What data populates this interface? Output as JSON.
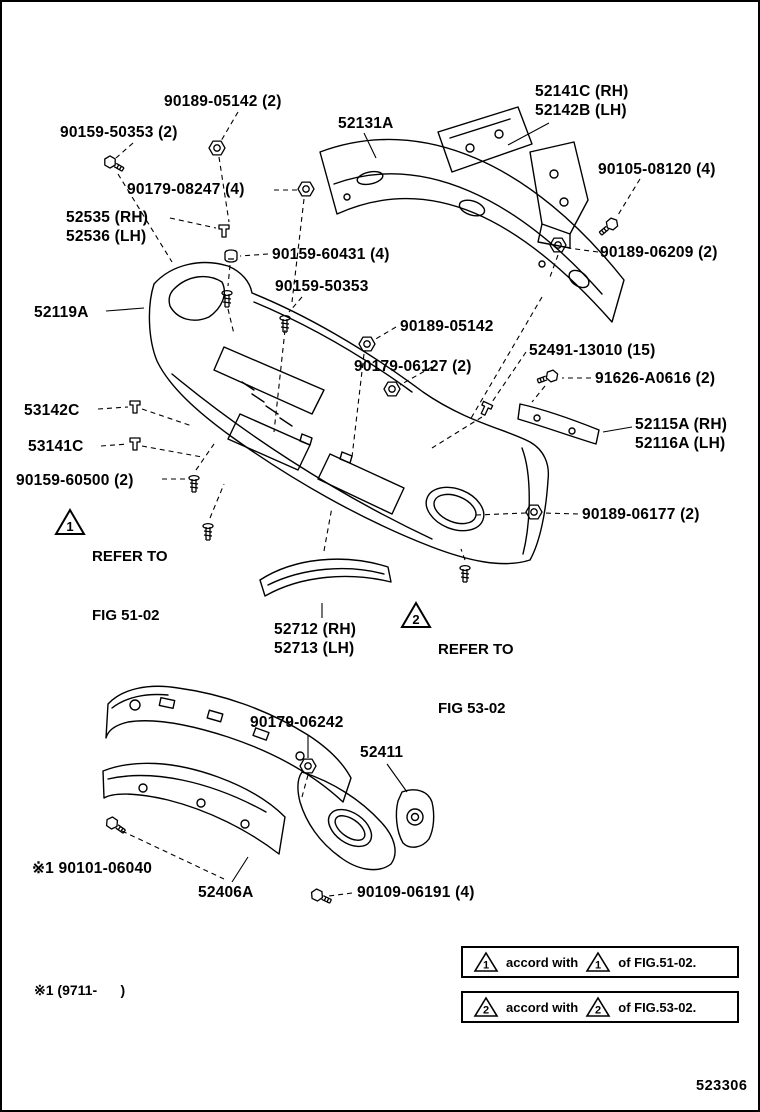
{
  "page": {
    "doc_number": "523306",
    "footnote": "※1 (9711-      )"
  },
  "labels": [
    {
      "text": "90189-05142 (2)"
    },
    {
      "text": "90159-50353 (2)"
    },
    {
      "text": "52131A"
    },
    {
      "text": "52141C (RH)"
    },
    {
      "text": "52142B (LH)"
    },
    {
      "text": "90179-08247 (4)"
    },
    {
      "text": "90105-08120 (4)"
    },
    {
      "text": "52535 (RH)"
    },
    {
      "text": "52536 (LH)"
    },
    {
      "text": "90159-60431 (4)"
    },
    {
      "text": "90189-06209 (2)"
    },
    {
      "text": "90159-50353"
    },
    {
      "text": "52119A"
    },
    {
      "text": "90189-05142"
    },
    {
      "text": "52491-13010 (15)"
    },
    {
      "text": "90179-06127 (2)"
    },
    {
      "text": "91626-A0616 (2)"
    },
    {
      "text": "53142C"
    },
    {
      "text": "52115A (RH)"
    },
    {
      "text": "52116A (LH)"
    },
    {
      "text": "53141C"
    },
    {
      "text": "90159-60500 (2)"
    },
    {
      "text": "90189-06177 (2)"
    },
    {
      "text": "52712 (RH)"
    },
    {
      "text": "52713 (LH)"
    },
    {
      "text": "90179-06242"
    },
    {
      "text": "52411"
    },
    {
      "text": "※1 90101-06040"
    },
    {
      "text": "52406A"
    },
    {
      "text": "90109-06191 (4)"
    }
  ],
  "refer_notes": [
    {
      "marker": "1",
      "line1": "REFER TO",
      "line2": "FIG 51-02"
    },
    {
      "marker": "2",
      "line1": "REFER TO",
      "line2": "FIG 53-02"
    }
  ],
  "legend": [
    {
      "marker_left": "1",
      "middle": "accord with",
      "marker_right": "1",
      "suffix": "of FIG.51-02."
    },
    {
      "marker_left": "2",
      "middle": "accord with",
      "marker_right": "2",
      "suffix": "of FIG.53-02."
    }
  ]
}
